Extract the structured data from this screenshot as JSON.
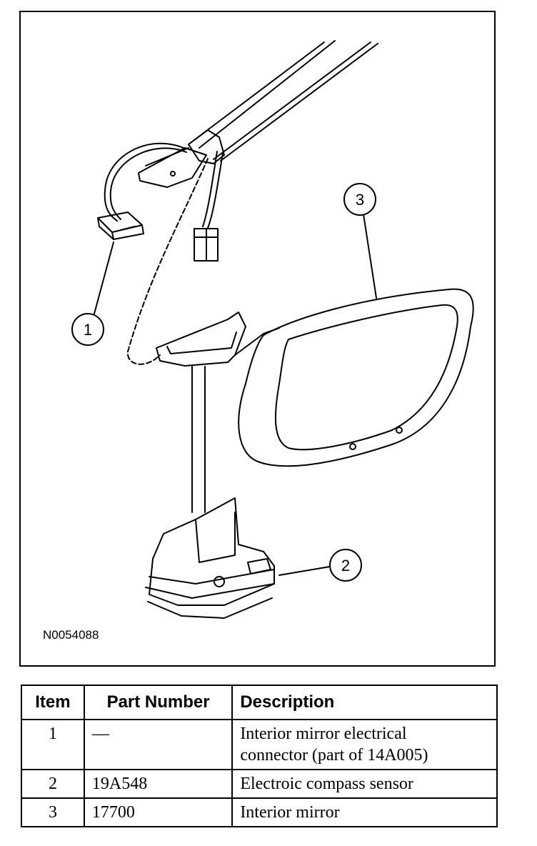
{
  "figure": {
    "id": "N0054088",
    "callouts": [
      "1",
      "2",
      "3"
    ]
  },
  "table": {
    "headers": [
      "Item",
      "Part Number",
      "Description"
    ],
    "rows": [
      {
        "item": "1",
        "part": "—",
        "desc_lines": [
          "Interior mirror electrical",
          "connector (part of 14A005)"
        ]
      },
      {
        "item": "2",
        "part": "19A548",
        "desc_lines": [
          "Electroic compass sensor"
        ]
      },
      {
        "item": "3",
        "part": "17700",
        "desc_lines": [
          "Interior mirror"
        ]
      }
    ]
  }
}
